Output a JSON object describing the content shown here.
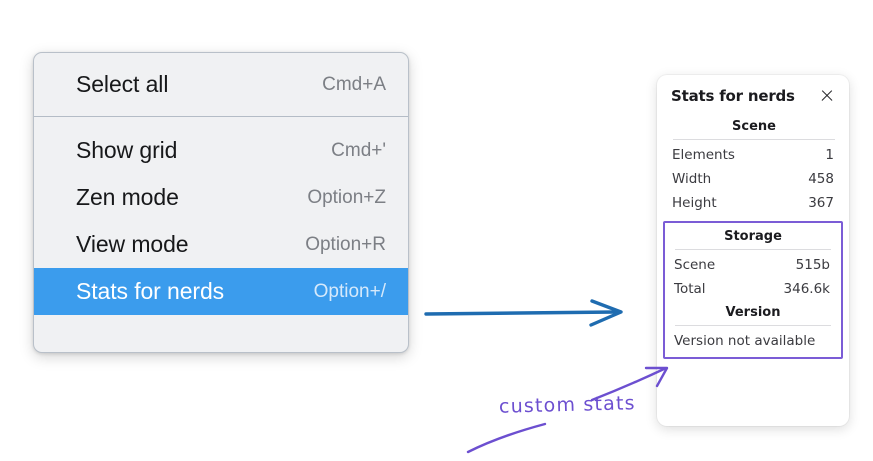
{
  "canvas": {
    "background": "#ffffff"
  },
  "context_menu": {
    "name": "context-menu",
    "highlight_color": "#3b9ced",
    "background": "#f0f1f3",
    "groups": [
      {
        "items": [
          {
            "label": "Select all",
            "shortcut": "Cmd+A",
            "highlighted": false
          }
        ]
      },
      {
        "items": [
          {
            "label": "Show grid",
            "shortcut": "Cmd+'",
            "highlighted": false
          },
          {
            "label": "Zen mode",
            "shortcut": "Option+Z",
            "highlighted": false
          },
          {
            "label": "View mode",
            "shortcut": "Option+R",
            "highlighted": false
          },
          {
            "label": "Stats for nerds",
            "shortcut": "Option+/",
            "highlighted": true
          }
        ]
      }
    ]
  },
  "stats_panel": {
    "title": "Stats for nerds",
    "close_icon": "close-icon",
    "highlight_border_color": "#7b5cd6",
    "sections": [
      {
        "heading": "Scene",
        "rows": [
          {
            "key": "Elements",
            "value": "1"
          },
          {
            "key": "Width",
            "value": "458"
          },
          {
            "key": "Height",
            "value": "367"
          }
        ]
      },
      {
        "heading": "Storage",
        "rows": [
          {
            "key": "Scene",
            "value": "515b"
          },
          {
            "key": "Total",
            "value": "346.6k"
          }
        ]
      },
      {
        "heading": "Version",
        "note": "Version not available"
      }
    ]
  },
  "annotations": {
    "blue_arrow": {
      "name": "blue-arrow",
      "color": "#1f6cb0"
    },
    "purple_arrow": {
      "name": "purple-arrow",
      "color": "#6c4fd0"
    },
    "purple_underline": {
      "name": "purple-underline-stroke",
      "color": "#6c4fd0"
    },
    "label": "custom stats"
  }
}
